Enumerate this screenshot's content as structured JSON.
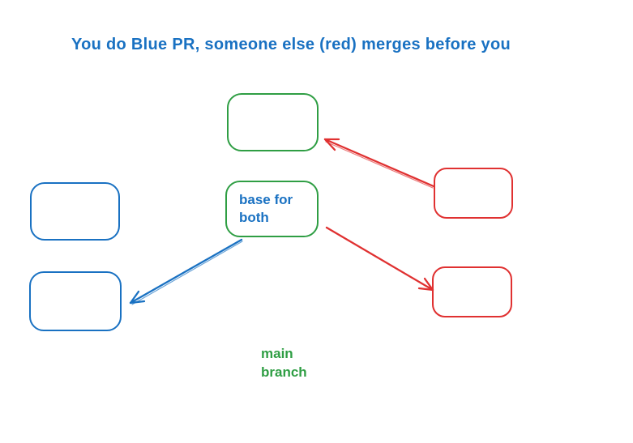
{
  "palette": {
    "background": "#ffffff",
    "blue": "#1971c2",
    "green": "#2f9e44",
    "red": "#e03131"
  },
  "title": {
    "text": "You do Blue PR, someone else (red) merges before you"
  },
  "nodes": {
    "base": {
      "label": "base for\nboth"
    }
  },
  "annotations": {
    "main_branch": "main\nbranch"
  },
  "arrows": [
    {
      "name": "red-arrow-to-top-green",
      "color": "red",
      "from": "top-right-red-box",
      "to": "top-green-box"
    },
    {
      "name": "blue-arrow-to-bottom-left-blue",
      "color": "blue",
      "from": "center-green-box",
      "to": "bottom-left-blue-box"
    },
    {
      "name": "red-arrow-to-bottom-right-red",
      "color": "red",
      "from": "center-green-box",
      "to": "bottom-right-red-box"
    }
  ]
}
